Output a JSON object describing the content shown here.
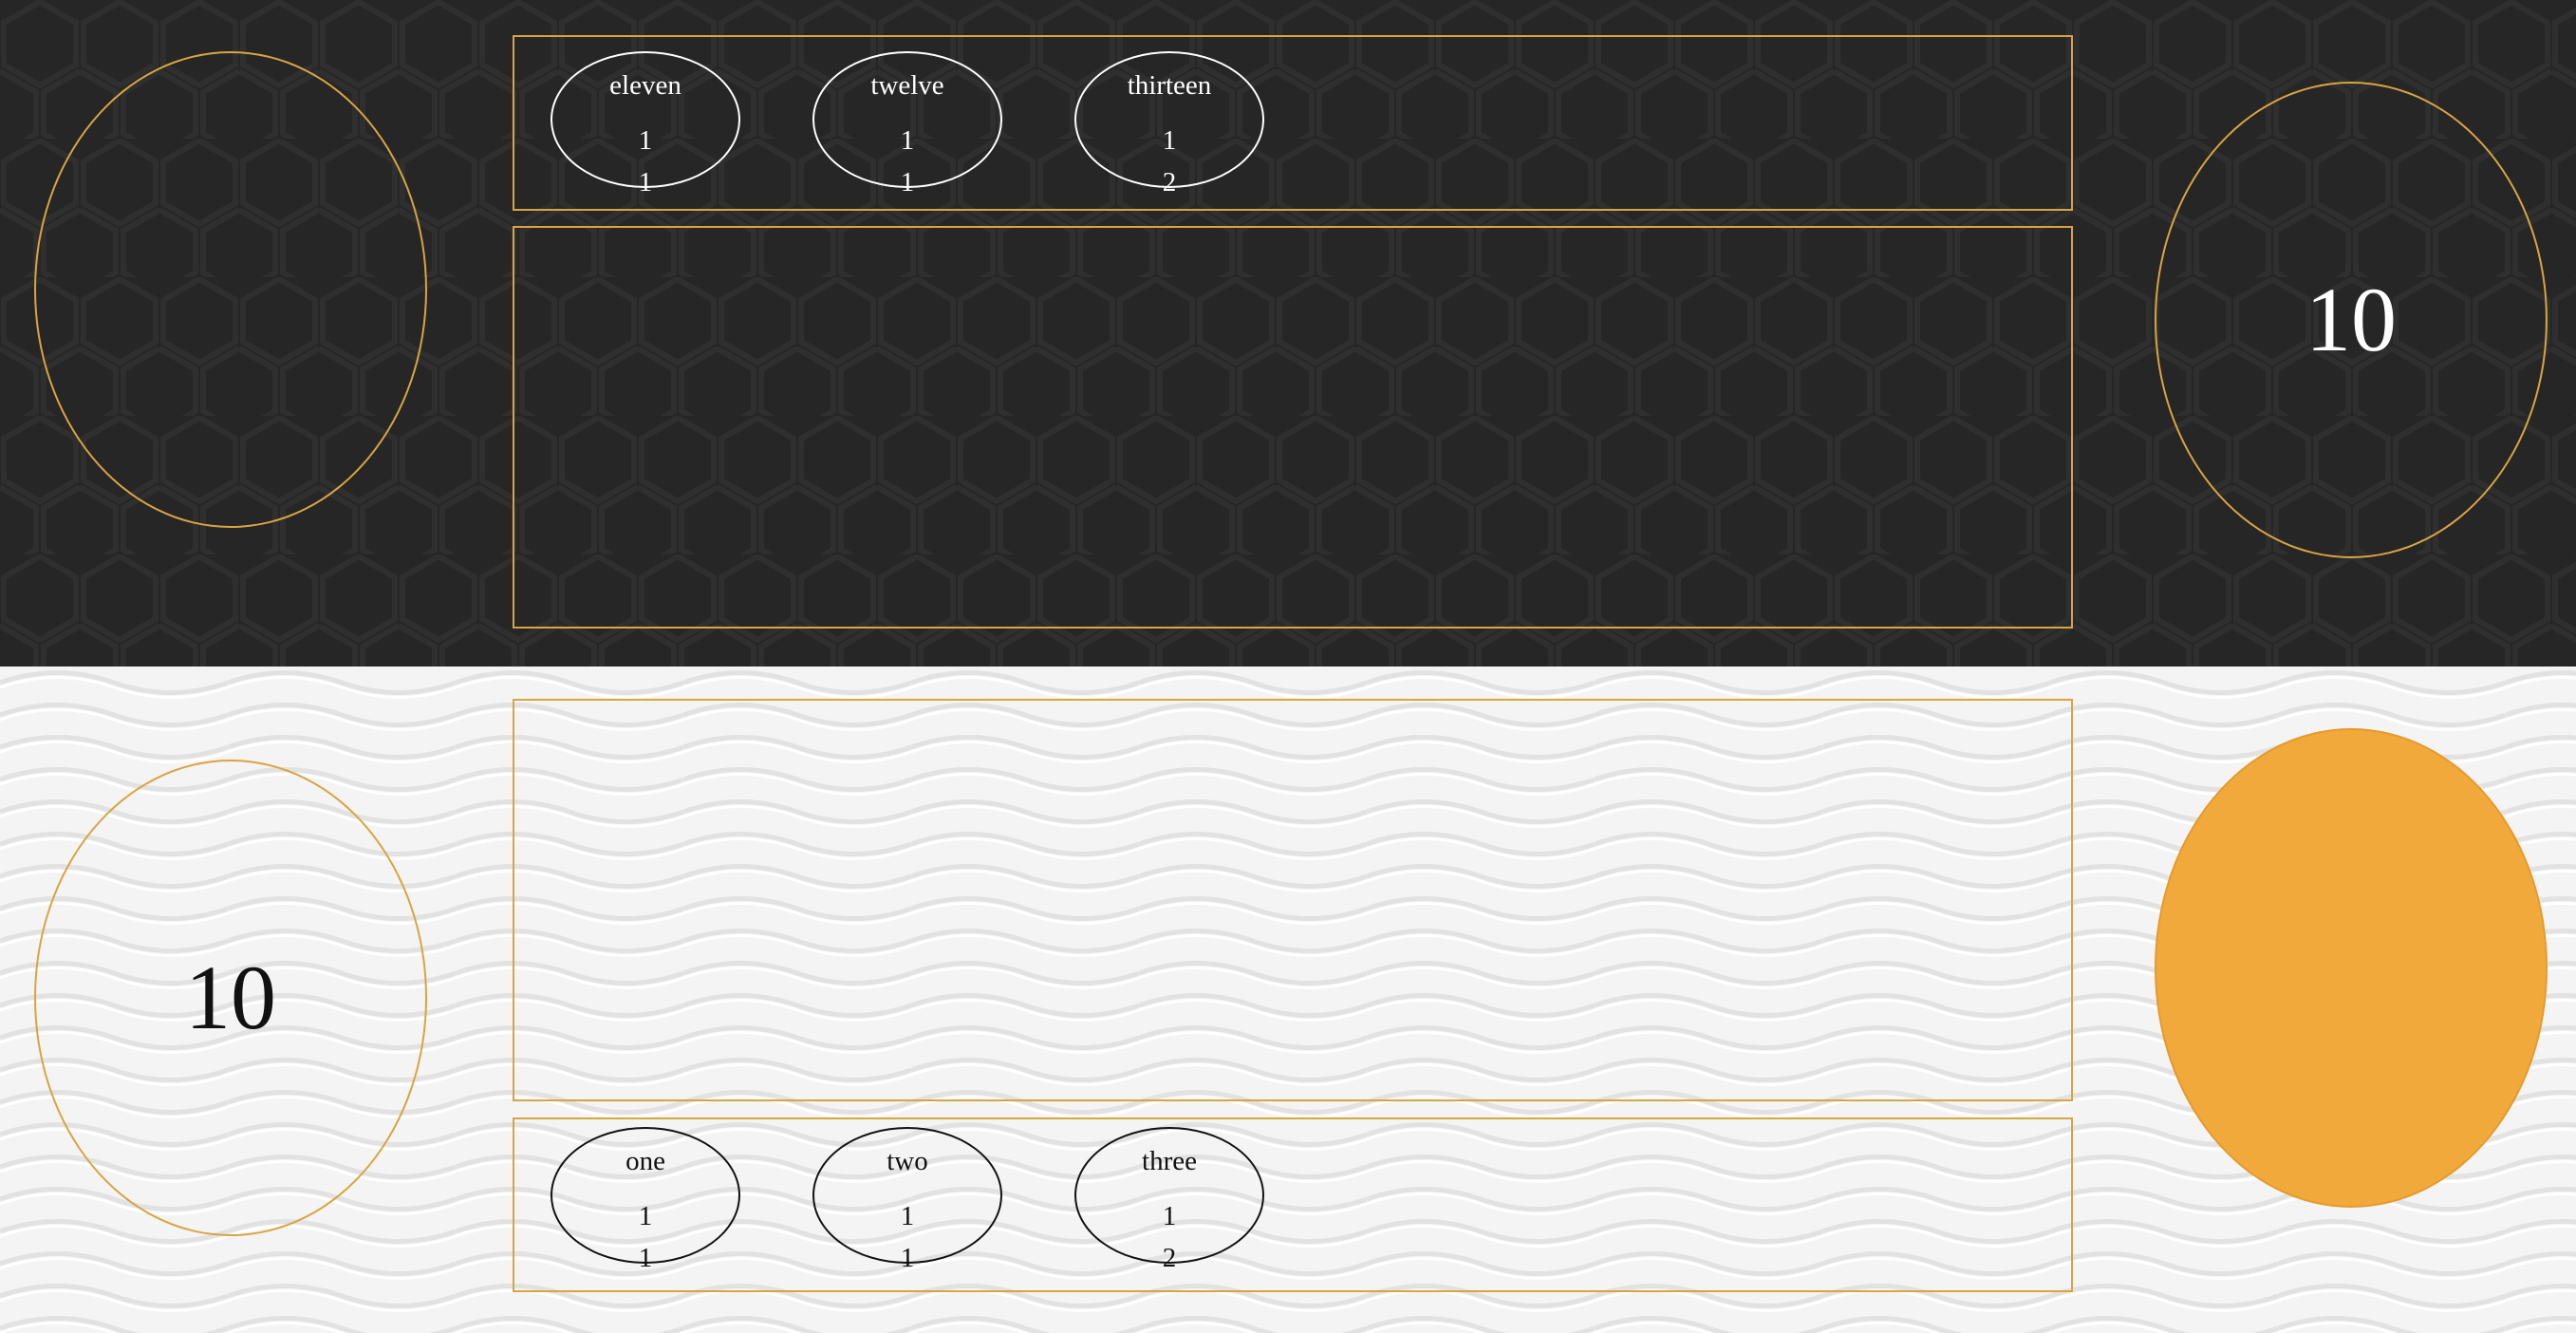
{
  "opponent": {
    "life": "10",
    "hand": [
      {
        "name": "eleven",
        "attack": "1",
        "health": "1"
      },
      {
        "name": "twelve",
        "attack": "1",
        "health": "1"
      },
      {
        "name": "thirteen",
        "attack": "1",
        "health": "2"
      }
    ]
  },
  "player": {
    "life": "10",
    "hand": [
      {
        "name": "one",
        "attack": "1",
        "health": "1"
      },
      {
        "name": "two",
        "attack": "1",
        "health": "1"
      },
      {
        "name": "three",
        "attack": "1",
        "health": "2"
      }
    ]
  },
  "colors": {
    "accent": "#d9a441",
    "deck_fill": "#f2a93c",
    "top_background": "#262626",
    "bottom_background": "#f4f4f4"
  }
}
